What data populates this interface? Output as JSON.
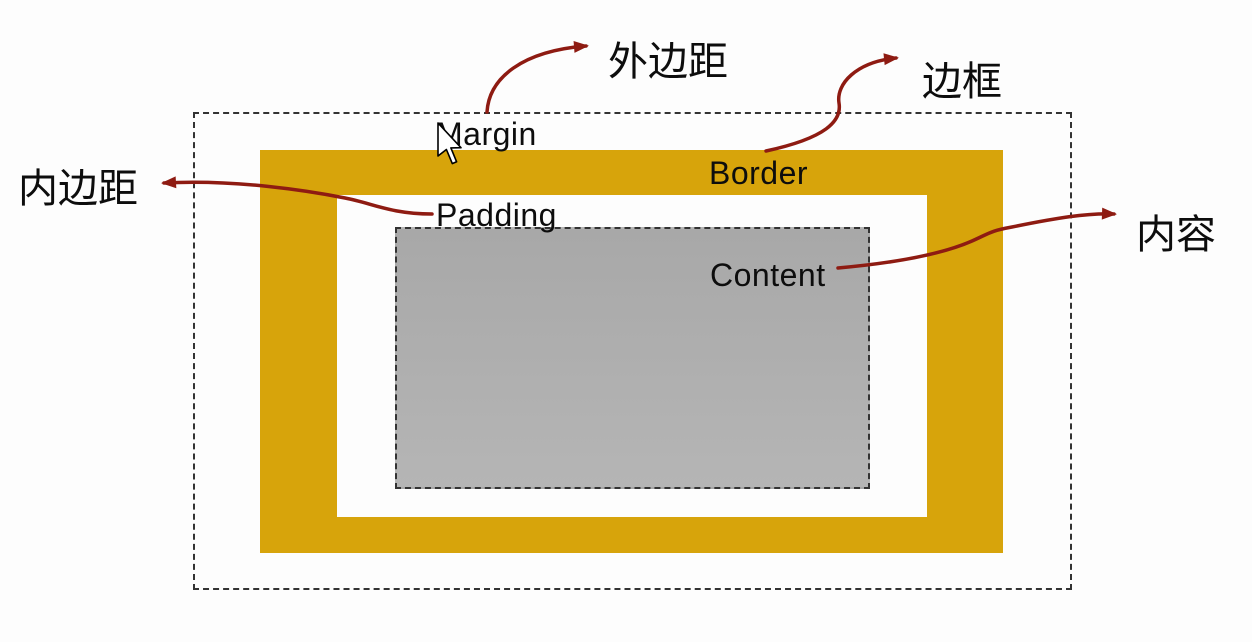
{
  "theme": {
    "gold": "#d7a40b",
    "grey": "#a8a8a8",
    "grey_light": "#b5b5b5",
    "arrow_red": "#8e1b12",
    "dash_color": "#333333",
    "background": "#fdfdfd"
  },
  "diagram": {
    "margin": {
      "en": "Margin",
      "zh": "外边距"
    },
    "border": {
      "en": "Border",
      "zh": "边框"
    },
    "padding": {
      "en": "Padding",
      "zh": "内边距"
    },
    "content": {
      "en": "Content",
      "zh": "内容"
    }
  }
}
